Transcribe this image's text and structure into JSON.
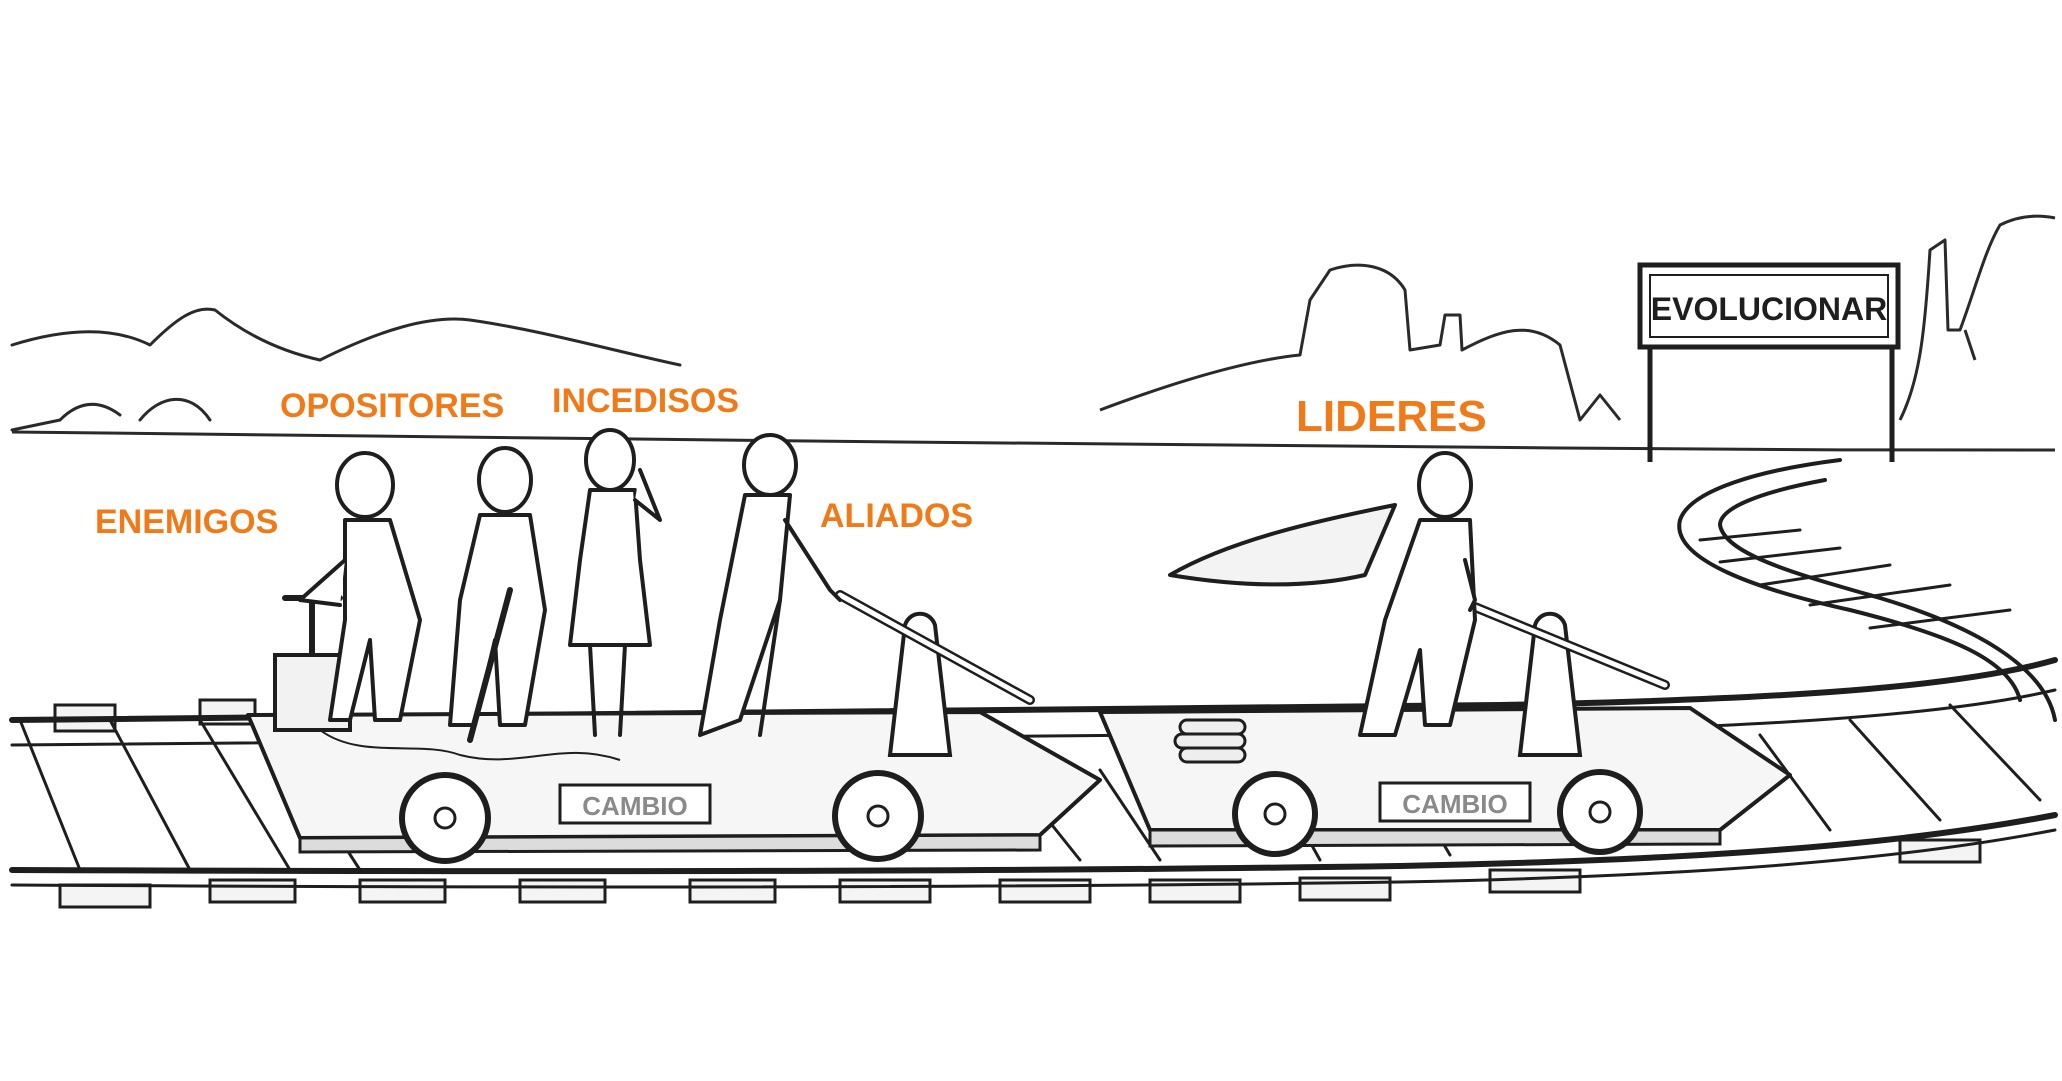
{
  "labels": {
    "enemigos": "ENEMIGOS",
    "opositores": "OPOSITORES",
    "incedisos": "INCEDISOS",
    "aliados": "ALIADOS",
    "lideres": "LIDERES"
  },
  "sign": {
    "text": "EVOLUCIONAR"
  },
  "carts": [
    {
      "plate": "CAMBIO"
    },
    {
      "plate": "CAMBIO"
    }
  ],
  "colors": {
    "label": "#f07a17",
    "ink": "#1e1e1e",
    "plate_text": "#8a8a8a"
  }
}
